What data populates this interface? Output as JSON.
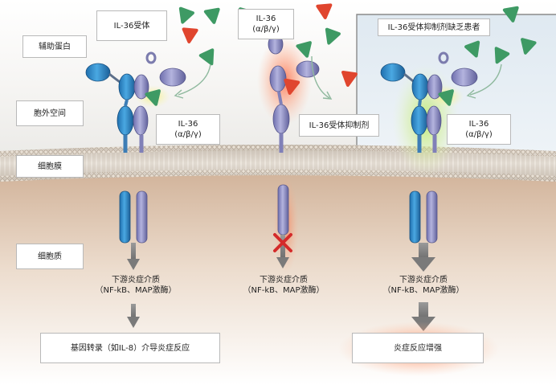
{
  "labels": {
    "accessory_protein": "辅助蛋白",
    "il36_receptor": "IL-36受体",
    "extracellular": "胞外空间",
    "membrane": "细胞膜",
    "cytoplasm": "细胞质",
    "il36_ligand_top": [
      "IL-36",
      "(α/β/γ)"
    ],
    "il36_ligand_left": [
      "IL-36",
      "(α/β/γ)"
    ],
    "il36_ligand_right": [
      "IL-36",
      "(α/β/γ)"
    ],
    "antagonist": "IL-36受体抑制剂",
    "deficiency_patient": "IL-36受体抑制剂缺乏患者",
    "mediator_left": [
      "下游炎症介质",
      "（NF-kB、MAP激酶）"
    ],
    "mediator_middle": [
      "下游炎症介质",
      "（NF-kB、MAP激酶）"
    ],
    "mediator_right": [
      "下游炎症介质",
      "（NF-kB、MAP激酶）"
    ],
    "outcome_left": "基因转录（如IL-8）介导炎症反应",
    "outcome_right": "炎症反应增强"
  },
  "colors": {
    "receptor_blue": "#2e8ccc",
    "accessory_purple": "#8f8fc6",
    "ligand_green": "#3e9a64",
    "antagonist_red": "#e0452e",
    "membrane": "#d4ccc1",
    "cytoplasm": "#d9bfa9",
    "arrow_gray": "#888888",
    "block_cross": "#d42a2a"
  }
}
